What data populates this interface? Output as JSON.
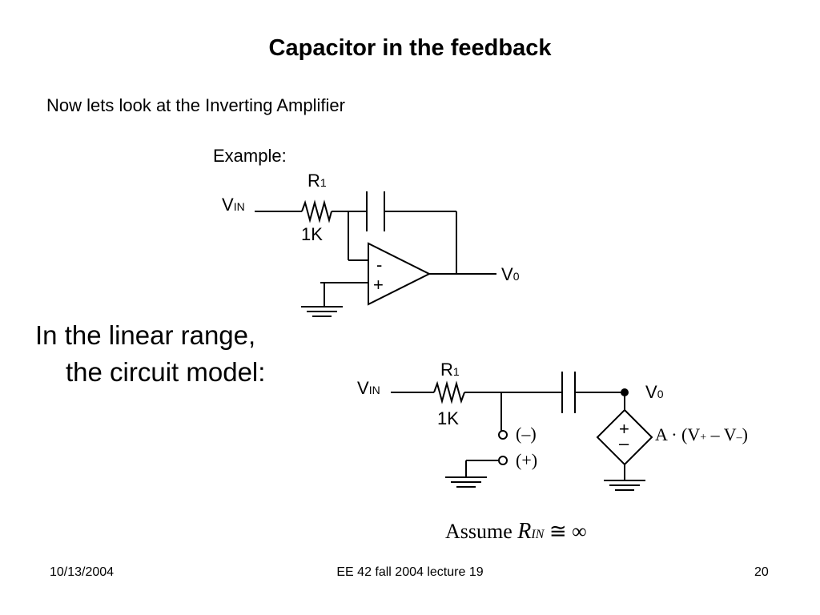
{
  "slide": {
    "title": "Capacitor in the feedback",
    "subtitle": "Now lets look at the Inverting Amplifier",
    "example_label": "Example:",
    "linear_range_line1": "In the linear range,",
    "linear_range_line2": "the circuit model:"
  },
  "circuit1": {
    "r1_label": "R",
    "r1_sub": "1",
    "r1_value": "1K",
    "vin_label": "V",
    "vin_sub": "IN",
    "vout_label": "V",
    "vout_sub": "0",
    "minus_sign": "-",
    "plus_sign": "+"
  },
  "circuit2": {
    "r1_label": "R",
    "r1_sub": "1",
    "r1_value": "1K",
    "vin_label": "V",
    "vin_sub": "IN",
    "vout_label": "V",
    "vout_sub": "0",
    "neg_terminal": "(–)",
    "pos_terminal": "(+)",
    "source_plus": "+",
    "source_minus": "–",
    "gain_A": "A",
    "gain_dot": "·",
    "gain_open": "(V",
    "gain_plus_sub": "+",
    "gain_minus": "– V",
    "gain_minus_sub": "–",
    "gain_close": ")"
  },
  "assumption": {
    "word": "Assume",
    "symbol": "R",
    "sub": "IN",
    "relation": "≅ ∞"
  },
  "footer": {
    "date": "10/13/2004",
    "course": "EE 42 fall 2004 lecture 19",
    "page": "20"
  }
}
